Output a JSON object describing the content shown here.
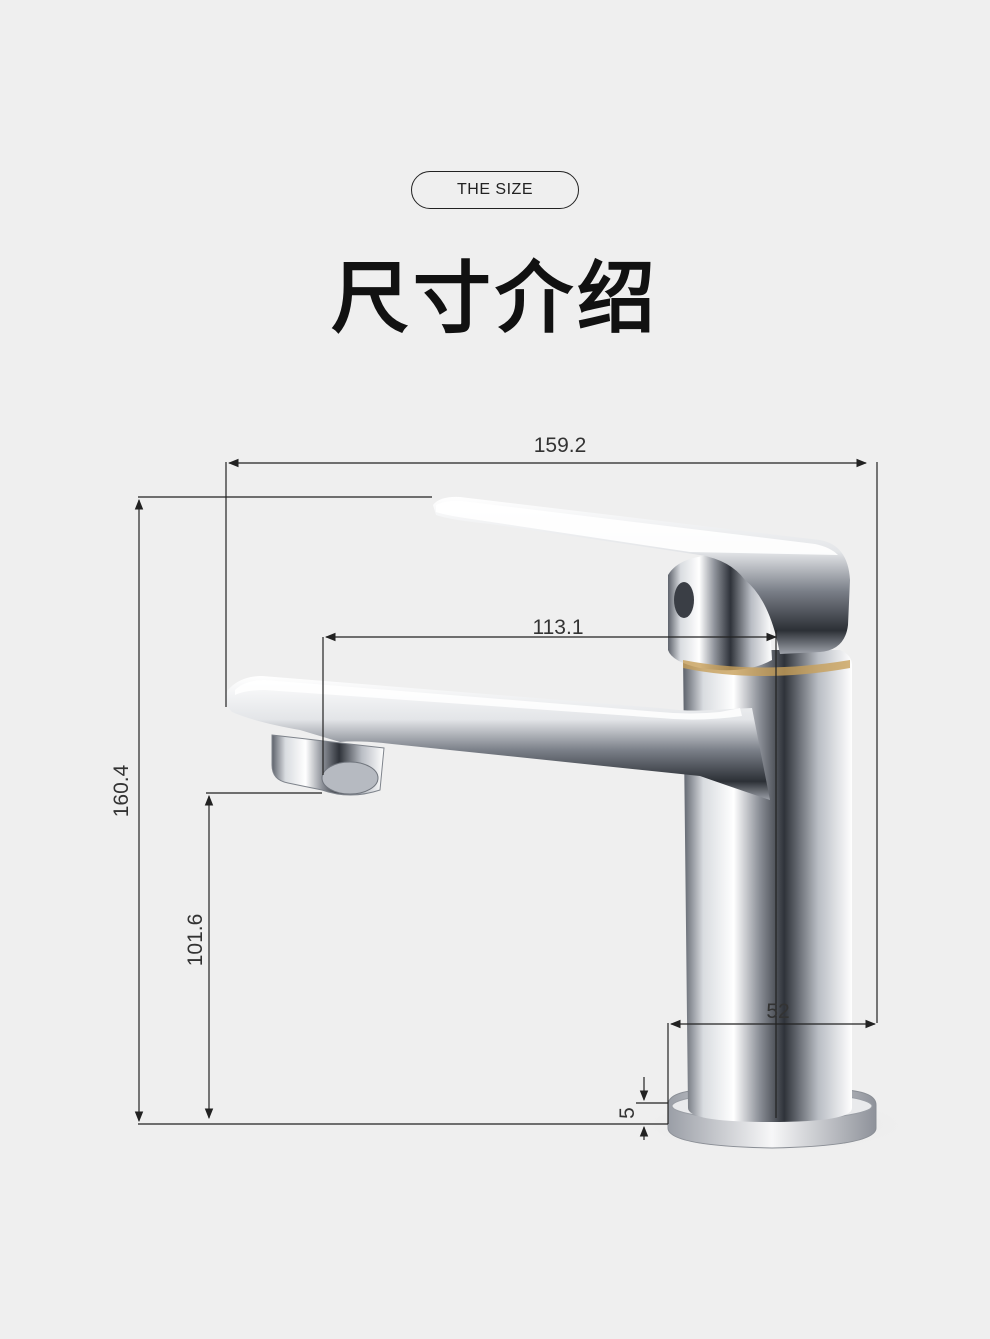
{
  "header": {
    "tag": "THE SIZE",
    "title": "尺寸介绍"
  },
  "dimensions": {
    "overall_width": "159.2",
    "overall_height": "160.4",
    "spout_reach": "113.1",
    "spout_height": "101.6",
    "base_diameter": "52",
    "base_thickness": "5"
  },
  "colors": {
    "background": "#efefef",
    "line": "#222222",
    "chrome_dark": "#6a6f78",
    "chrome_light": "#ffffff"
  }
}
